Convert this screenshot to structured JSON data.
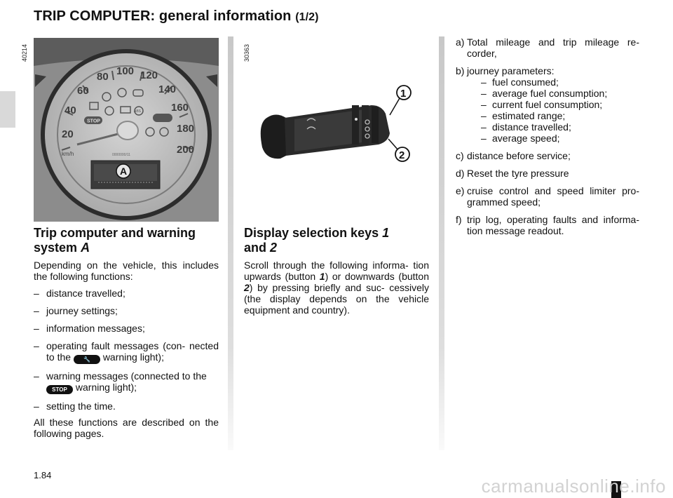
{
  "header": {
    "title": "TRIP COMPUTER: general information",
    "part": "(1/2)"
  },
  "figures": {
    "dashboard": {
      "code": "40214",
      "callout": "A",
      "speed_labels": [
        "20",
        "40",
        "60",
        "80",
        "100",
        "120",
        "140",
        "160",
        "180",
        "200"
      ],
      "unit": "km/h",
      "stop_label": "STOP",
      "abs_label": "ABS",
      "serial": "0000000/11"
    },
    "stalk": {
      "code": "30363",
      "callouts": [
        "1",
        "2"
      ]
    }
  },
  "left": {
    "heading": "Trip computer and warning system",
    "heading_italic": "A",
    "intro": "Depending on the vehicle, this includes the following functions:",
    "items": [
      "distance travelled;",
      "journey settings;",
      "information messages;"
    ],
    "fault_item": {
      "before": "operating fault messages (con- nected to the",
      "after": "warning light);"
    },
    "warning_item": {
      "before": "warning messages (connected to the",
      "after": "warning light);",
      "icon_label": "STOP"
    },
    "last_item": "setting the time.",
    "closing": "All these functions are described on the following pages."
  },
  "middle": {
    "heading_part1": "Display selection keys",
    "key1": "1",
    "heading_part2": "and",
    "key2": "2",
    "body": {
      "t1": "Scroll through the following informa- tion upwards (button",
      "b1": "1",
      "t2": ") or downwards (button",
      "b2": "2",
      "t3": ") by pressing briefly and suc- cessively (the display depends on the vehicle equipment and country)."
    }
  },
  "right": {
    "a": {
      "letter": "a)",
      "text": "Total mileage and trip mileage re- corder,"
    },
    "b": {
      "letter": "b)",
      "text": "journey parameters:",
      "subs": [
        "fuel consumed;",
        "average fuel consumption;",
        "current fuel consumption;",
        "estimated range;",
        "distance travelled;",
        "average speed;"
      ]
    },
    "c": {
      "letter": "c)",
      "text": "distance before service;"
    },
    "d": {
      "letter": "d)",
      "text": "Reset the tyre pressure"
    },
    "e": {
      "letter": "e)",
      "text": "cruise control and speed limiter pro- grammed speed;"
    },
    "f": {
      "letter": "f)",
      "text": "trip log, operating faults and informa- tion message readout."
    }
  },
  "footer": {
    "page": "1.84",
    "watermark": "carmanualsonline.info"
  }
}
